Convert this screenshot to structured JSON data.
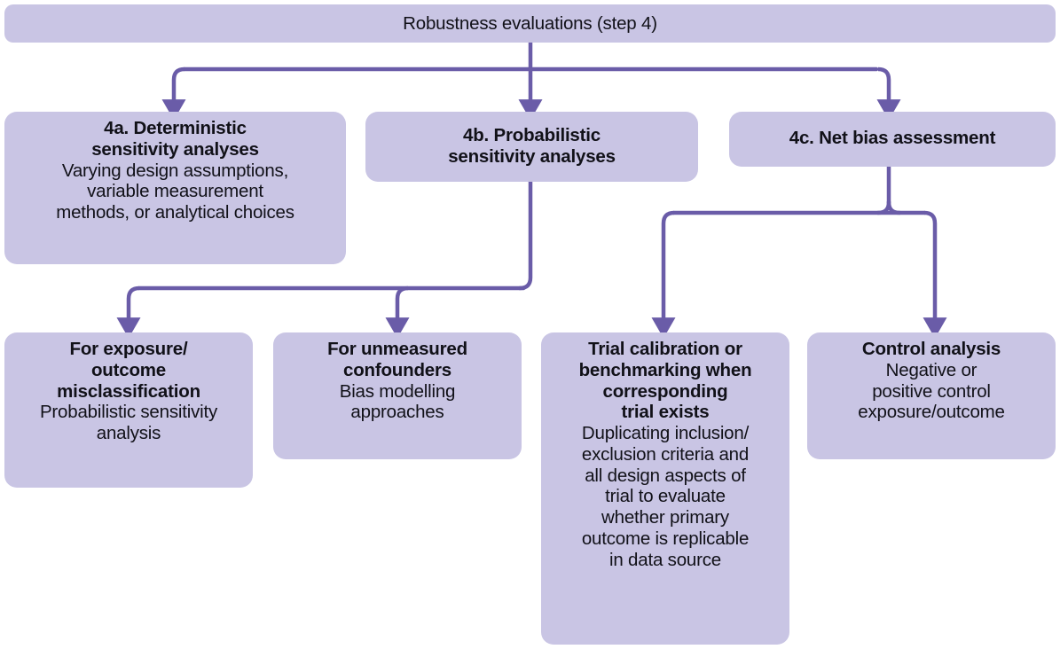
{
  "diagram": {
    "title": "Robustness evaluations (step 4)",
    "colors": {
      "box_fill": "#c9c5e4",
      "connector": "#6a5ca8",
      "text": "#111118",
      "background": "#ffffff"
    }
  },
  "header": {
    "label": "Robustness evaluations (step 4)"
  },
  "level2": [
    {
      "id": "4a",
      "title": "4a. Deterministic\nsensitivity analyses",
      "desc": "Varying design assumptions,\nvariable measurement\nmethods, or analytical choices"
    },
    {
      "id": "4b",
      "title": "4b. Probabilistic\nsensitivity analyses",
      "desc": ""
    },
    {
      "id": "4c",
      "title": "4c. Net bias assessment",
      "desc": ""
    }
  ],
  "level3": [
    {
      "id": "misclassification",
      "title": "For exposure/\noutcome\nmisclassification",
      "desc": "Probabilistic sensitivity\nanalysis"
    },
    {
      "id": "confounders",
      "title": "For unmeasured\nconfounders",
      "desc": "Bias modelling\napproaches"
    },
    {
      "id": "trial-calibration",
      "title": "Trial calibration or\nbenchmarking when\ncorresponding\ntrial exists",
      "desc": "Duplicating inclusion/\nexclusion criteria and\nall design aspects of\ntrial to evaluate\nwhether primary\noutcome is replicable\nin data source"
    },
    {
      "id": "control-analysis",
      "title": "Control analysis",
      "desc": "Negative or\npositive control\nexposure/outcome"
    }
  ]
}
